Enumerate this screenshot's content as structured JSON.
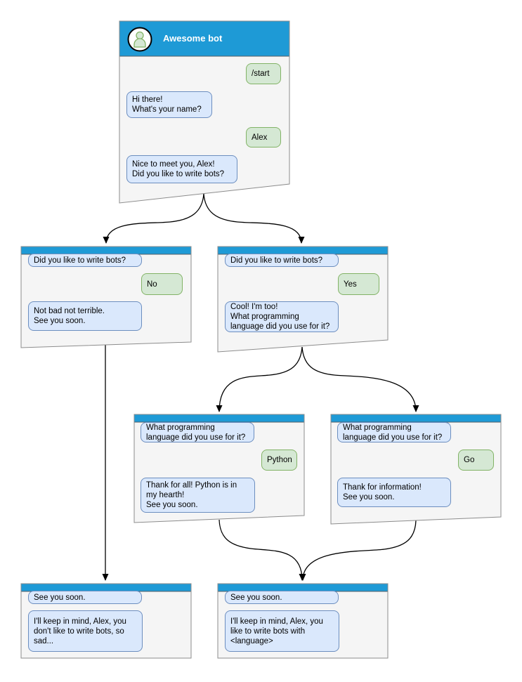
{
  "colors": {
    "header_blue": "#1e9ad6",
    "window_fill": "#f5f5f5",
    "window_border": "#8c8c8c",
    "bot_bubble_fill": "#dae8fc",
    "bot_bubble_border": "#6c8ebf",
    "user_bubble_fill": "#d5e8d4",
    "user_bubble_border": "#82b366",
    "arrow_color": "#000000",
    "title_color": "#ffffff"
  },
  "main_window": {
    "title": "Awesome bot",
    "messages": [
      {
        "sender": "user",
        "text": "/start"
      },
      {
        "sender": "bot",
        "text": "Hi there!\nWhat's your name?"
      },
      {
        "sender": "user",
        "text": "Alex"
      },
      {
        "sender": "bot",
        "text": "Nice to meet you, Alex!\nDid you like to write bots?"
      }
    ]
  },
  "windows": [
    {
      "id": "branch-no",
      "messages": [
        {
          "sender": "bot",
          "text": "Did you like to write bots?"
        },
        {
          "sender": "user",
          "text": "No"
        },
        {
          "sender": "bot",
          "text": "Not bad not terrible.\nSee you soon."
        }
      ]
    },
    {
      "id": "branch-yes",
      "messages": [
        {
          "sender": "bot",
          "text": "Did you like to write bots?"
        },
        {
          "sender": "user",
          "text": "Yes"
        },
        {
          "sender": "bot",
          "text": "Cool! I'm too!\nWhat programming\nlanguage did you use for it?"
        }
      ]
    },
    {
      "id": "branch-python",
      "messages": [
        {
          "sender": "bot",
          "text": "What programming\nlanguage did you use for it?"
        },
        {
          "sender": "user",
          "text": "Python"
        },
        {
          "sender": "bot",
          "text": "Thank for all! Python is in\nmy hearth!\nSee you soon."
        }
      ]
    },
    {
      "id": "branch-go",
      "messages": [
        {
          "sender": "bot",
          "text": "What programming\nlanguage did you use for it?"
        },
        {
          "sender": "user",
          "text": "Go"
        },
        {
          "sender": "bot",
          "text": "Thank for information!\nSee you soon."
        }
      ]
    },
    {
      "id": "end-no",
      "messages": [
        {
          "sender": "bot",
          "text": "See you soon."
        },
        {
          "sender": "bot",
          "text": "I'll keep in mind, Alex, you\ndon't like to write bots, so\nsad..."
        }
      ]
    },
    {
      "id": "end-yes",
      "messages": [
        {
          "sender": "bot",
          "text": "See you soon."
        },
        {
          "sender": "bot",
          "text": "I'll keep in mind, Alex, you\nlike to write bots with\n<language>"
        }
      ]
    }
  ]
}
